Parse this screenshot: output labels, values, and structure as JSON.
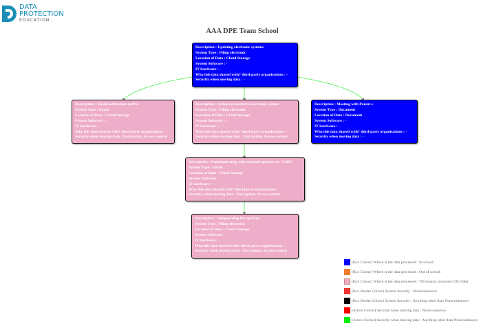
{
  "logo": {
    "line1": "DATA",
    "line2": "PROTECTION",
    "line3": "EDUCATION",
    "color": "#1a8fb5"
  },
  "title": "AAA DPE Team School",
  "boxes": [
    {
      "id": "root",
      "color": "blue",
      "lines": [
        "Description : Updating electronic systems",
        "System Type : Filing electronic",
        "Location of Data : Cloud Storage",
        "System Software : -",
        "IT hardware : -",
        "Who this data shared with? third-party organisations : -",
        "Security when moving data : -"
      ]
    },
    {
      "id": "email-dsl",
      "color": "pink",
      "lines": [
        "Description : Email notification to DSL",
        "System Type : Email",
        "Location of Data : Cloud Storage",
        "System Software : -",
        "IT hardware : -",
        "Who this data shared with? third-party organisations : -",
        "Security when moving data : Encryption, Access control"
      ]
    },
    {
      "id": "actions",
      "color": "pink",
      "lines": [
        "Description : Actions recorded to electronic system",
        "System Type : Filing electronic",
        "Location of Data : Cloud Storage",
        "System Software : -",
        "IT hardware : -",
        "Who this data shared with? third-party organisations : -",
        "Security when moving data : Encryption, Access control"
      ]
    },
    {
      "id": "meeting",
      "color": "blue",
      "lines": [
        "Description : Meeting with Parent s",
        "System Type : Document",
        "Location of Data : Document",
        "System Software : -",
        "IT hardware : -",
        "Who this data shared with? third-party organisations : -",
        "Security when moving data : -"
      ]
    },
    {
      "id": "external",
      "color": "pink",
      "lines": [
        "Description : Communicating with external agencies i.e. CADS",
        "System Type : Email",
        "Location of Data : Cloud Storage",
        "System Software :",
        "IT hardware :",
        "Who this data shared with? third party organisations :",
        "Security when moving data : Encryption, Access control"
      ]
    },
    {
      "id": "safeguarding",
      "color": "pink",
      "lines": [
        "Description : Safeguarding file updated",
        "System Type : Filing electronic",
        "Location of Data : Cloud Storage",
        "System Software : -",
        "IT hardware : -",
        "Who this data shared with? third party organisations : -",
        "Security when moving data : Encryption, Access control"
      ]
    }
  ],
  "legend": [
    {
      "color": "#0000ff",
      "text": "(Box Colour) Where is the data processed : In school."
    },
    {
      "color": "#ed7d31",
      "text": "(Box Colour) Where is the data processed : Out of school."
    },
    {
      "color": "#eeadc8",
      "text": "(Box Colour) Where is the data processed : Third-party processor OR Other"
    },
    {
      "color": "#ee3333",
      "text": "(Box Border Colour) System Security : None/unknown"
    },
    {
      "color": "#000000",
      "text": "(Box Border Colour) System Security : Anything other than None/unknown"
    },
    {
      "color": "#ff0000",
      "text": "(Arrow Colour) Security when moving data : None/unknown"
    },
    {
      "color": "#00ee00",
      "text": "(Arrow Colour) Security when moving data : Anything other than None/unknown"
    }
  ],
  "colors": {
    "arrow": "#44ee44",
    "arrowhead": "#888888"
  }
}
